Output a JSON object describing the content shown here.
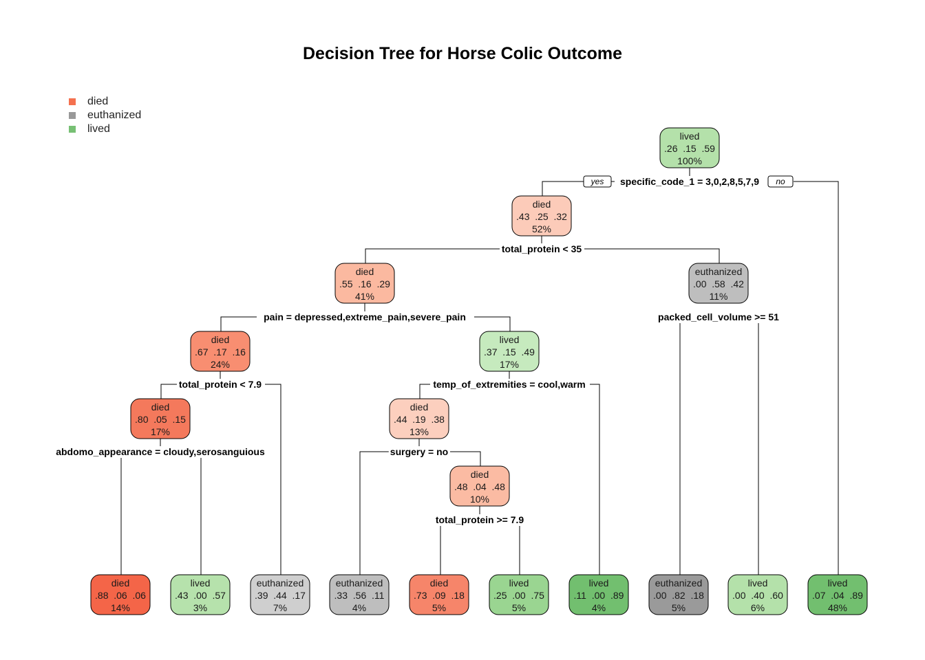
{
  "title": "Decision Tree for Horse Colic Outcome",
  "legend": [
    {
      "label": "died",
      "color": "#F4714F"
    },
    {
      "label": "euthanized",
      "color": "#999999"
    },
    {
      "label": "lived",
      "color": "#77C074"
    }
  ],
  "yes_label": "yes",
  "no_label": "no",
  "nodes": [
    {
      "id": "n1",
      "label": "lived",
      "probs": ".26  .15  .59",
      "pct": "100%",
      "fill": "#B4E1AA"
    },
    {
      "id": "n2",
      "label": "died",
      "probs": ".43  .25  .32",
      "pct": "52%",
      "fill": "#FCCBB9"
    },
    {
      "id": "n3",
      "label": "died",
      "probs": ".55  .16  .29",
      "pct": "41%",
      "fill": "#FBB9A0"
    },
    {
      "id": "n4",
      "label": "euthanized",
      "probs": ".00  .58  .42",
      "pct": "11%",
      "fill": "#BEBEBE"
    },
    {
      "id": "n5",
      "label": "died",
      "probs": ".67  .17  .16",
      "pct": "24%",
      "fill": "#F88E71"
    },
    {
      "id": "n6",
      "label": "lived",
      "probs": ".37  .15  .49",
      "pct": "17%",
      "fill": "#C6EABE"
    },
    {
      "id": "n7",
      "label": "died",
      "probs": ".80  .05  .15",
      "pct": "17%",
      "fill": "#F4795C"
    },
    {
      "id": "n8",
      "label": "died",
      "probs": ".44  .19  .38",
      "pct": "13%",
      "fill": "#FCCFBE"
    },
    {
      "id": "n9",
      "label": "died",
      "probs": ".48  .04  .48",
      "pct": "10%",
      "fill": "#FBBBA3"
    },
    {
      "id": "l1",
      "label": "died",
      "probs": ".88  .06  .06",
      "pct": "14%",
      "fill": "#F46548"
    },
    {
      "id": "l2",
      "label": "lived",
      "probs": ".43  .00  .57",
      "pct": "3%",
      "fill": "#B6E2AC"
    },
    {
      "id": "l3",
      "label": "euthanized",
      "probs": ".39  .44  .17",
      "pct": "7%",
      "fill": "#CFCFCF"
    },
    {
      "id": "l4",
      "label": "euthanized",
      "probs": ".33  .56  .11",
      "pct": "4%",
      "fill": "#BEBEBE"
    },
    {
      "id": "l5",
      "label": "died",
      "probs": ".73  .09  .18",
      "pct": "5%",
      "fill": "#F6856A"
    },
    {
      "id": "l6",
      "label": "lived",
      "probs": ".25  .00  .75",
      "pct": "5%",
      "fill": "#9AD591"
    },
    {
      "id": "l7",
      "label": "lived",
      "probs": ".11  .00  .89",
      "pct": "4%",
      "fill": "#72BF6F"
    },
    {
      "id": "l8",
      "label": "euthanized",
      "probs": ".00  .82  .18",
      "pct": "5%",
      "fill": "#9A9A9A"
    },
    {
      "id": "l9",
      "label": "lived",
      "probs": ".00  .40  .60",
      "pct": "6%",
      "fill": "#B4E1AA"
    },
    {
      "id": "l10",
      "label": "lived",
      "probs": ".07  .04  .89",
      "pct": "48%",
      "fill": "#72BF6F"
    }
  ],
  "splits": [
    {
      "id": "s1",
      "text": "specific_code_1 = 3,0,2,8,5,7,9"
    },
    {
      "id": "s2",
      "text": "total_protein < 35"
    },
    {
      "id": "s3",
      "text": "pain = depressed,extreme_pain,severe_pain"
    },
    {
      "id": "s4",
      "text": "packed_cell_volume >= 51"
    },
    {
      "id": "s5",
      "text": "total_protein < 7.9"
    },
    {
      "id": "s6",
      "text": "temp_of_extremities = cool,warm"
    },
    {
      "id": "s7",
      "text": "abdomo_appearance = cloudy,serosanguious"
    },
    {
      "id": "s8",
      "text": "surgery = no"
    },
    {
      "id": "s9",
      "text": "total_protein >= 7.9"
    }
  ]
}
